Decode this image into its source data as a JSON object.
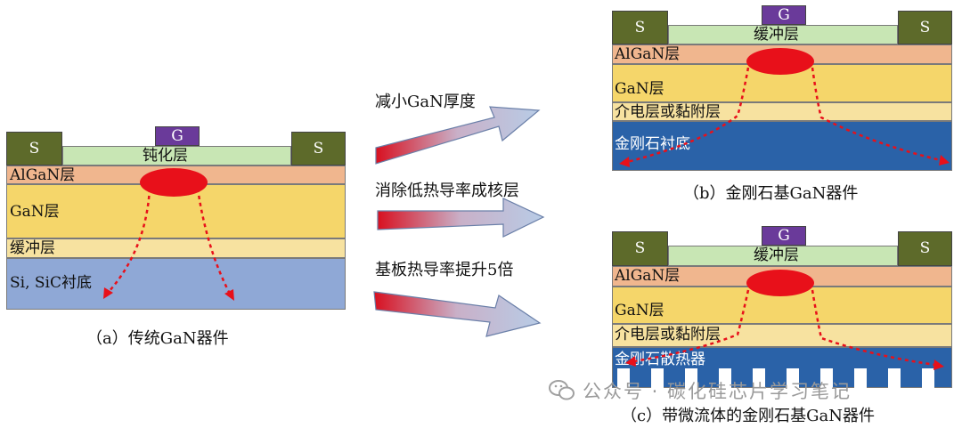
{
  "colors": {
    "passivation": "#c8e6b4",
    "algan": "#f0b68e",
    "gan": "#f5d66a",
    "buffer": "#f7e2a0",
    "substrate_a": "#8fa8d6",
    "diamond": "#2a62a8",
    "electrode_source": "#5d6a2a",
    "electrode_gate": "#6a3a9a",
    "hotspot": "#e8101a",
    "heat_path": "#e8101a"
  },
  "panel_a": {
    "source_left": "S",
    "source_right": "S",
    "gate": "G",
    "passivation": "钝化层",
    "algan": "AlGaN层",
    "gan": "GaN层",
    "buffer": "缓冲层",
    "substrate": "Si, SiC衬底",
    "caption": "（a）传统GaN器件"
  },
  "panel_b": {
    "source_left": "S",
    "source_right": "S",
    "gate": "G",
    "buffer": "缓冲层",
    "algan": "AlGaN层",
    "gan": "GaN层",
    "dielectric": "介电层或黏附层",
    "substrate": "金刚石衬底",
    "caption": "（b）金刚石基GaN器件"
  },
  "panel_c": {
    "source_left": "S",
    "source_right": "S",
    "gate": "G",
    "buffer": "缓冲层",
    "algan": "AlGaN层",
    "gan": "GaN层",
    "dielectric": "介电层或黏附层",
    "heatsink": "金刚石散热器",
    "caption": "（c）带微流体的金刚石基GaN器件"
  },
  "arrows": {
    "top": "减小GaN厚度",
    "middle": "消除低热导率成核层",
    "bottom": "基板热导率提升5倍"
  },
  "watermark": {
    "icon": "wechat-icon",
    "text": "公众号 · 碳化硅芯片学习笔记"
  }
}
